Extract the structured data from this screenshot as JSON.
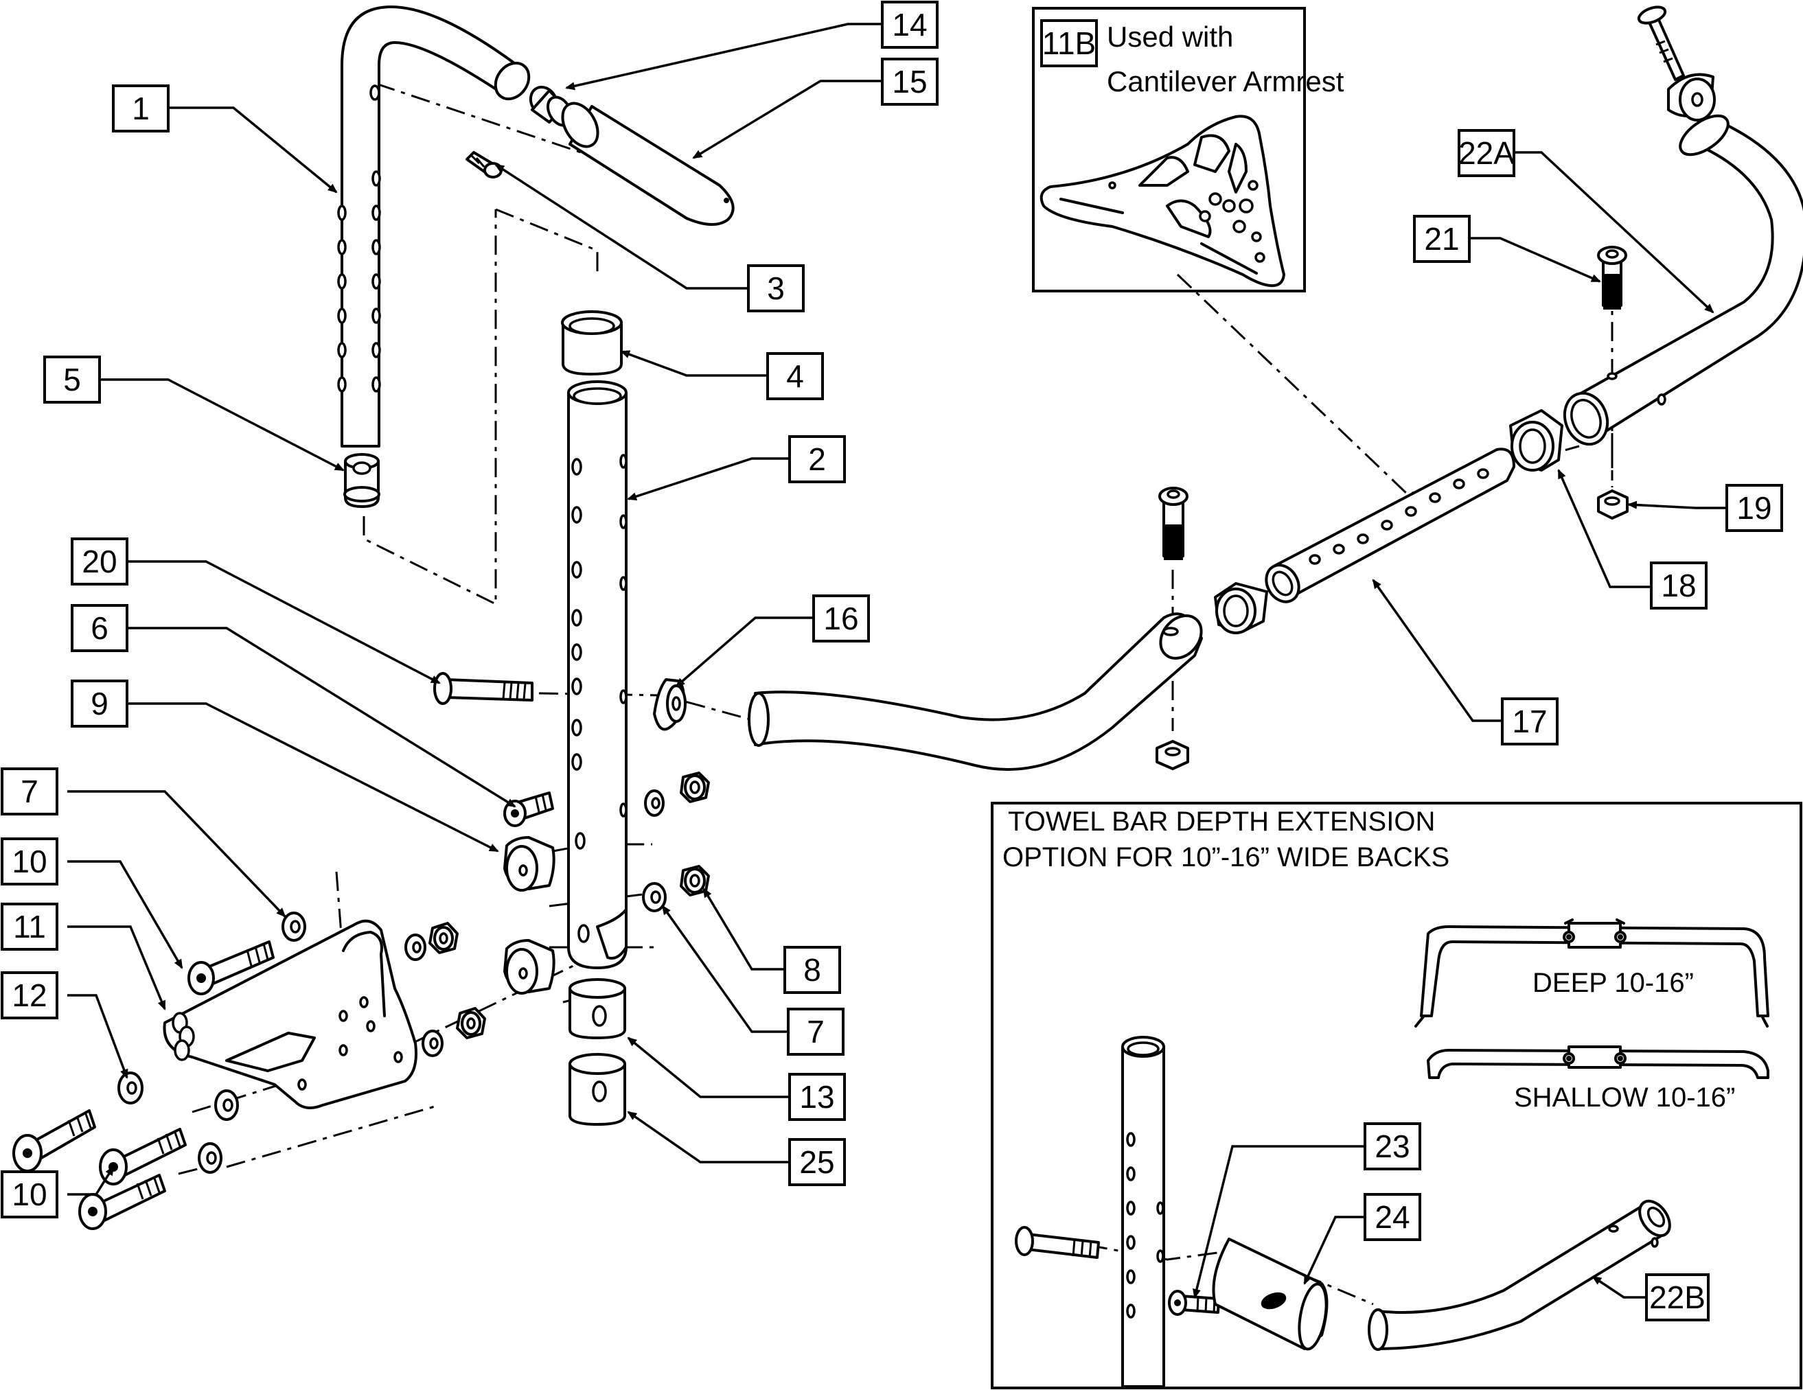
{
  "callouts": {
    "c1": "1",
    "c2": "2",
    "c3": "3",
    "c4": "4",
    "c5": "5",
    "c6": "6",
    "c7a": "7",
    "c7b": "7",
    "c8": "8",
    "c9": "9",
    "c10a": "10",
    "c10b": "10",
    "c11": "11",
    "c11b": "11B",
    "c12": "12",
    "c13": "13",
    "c14": "14",
    "c15": "15",
    "c16": "16",
    "c17": "17",
    "c18": "18",
    "c19": "19",
    "c20": "20",
    "c21": "21",
    "c22a": "22A",
    "c22b": "22B",
    "c23": "23",
    "c24": "24",
    "c25": "25"
  },
  "inset_11b": {
    "line1": "Used with",
    "line2": "Cantilever Armrest"
  },
  "inset_towel_bar": {
    "title_line1": "TOWEL BAR DEPTH EXTENSION",
    "title_line2": "OPTION FOR 10”-16” WIDE BACKS",
    "deep_label": "DEEP 10-16”",
    "shallow_label": "SHALLOW 10-16”"
  }
}
